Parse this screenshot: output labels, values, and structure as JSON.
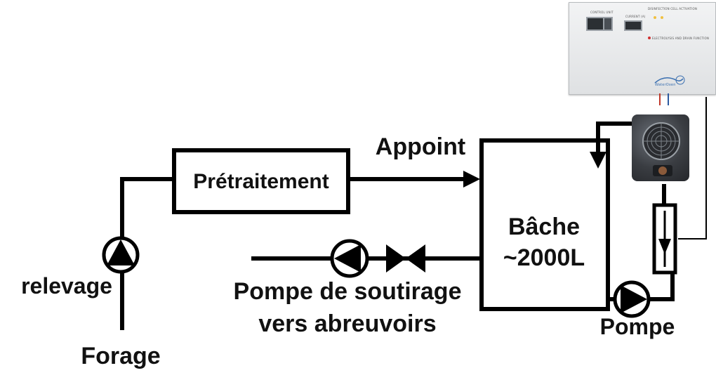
{
  "labels": {
    "pretraitement": "Prétraitement",
    "appoint": "Appoint",
    "bache_line1": "Bâche",
    "bache_line2": "~2000L",
    "relevage": "relevage",
    "forage": "Forage",
    "soutirage_line1": "Pompe de soutirage",
    "soutirage_line2": "vers abreuvoirs",
    "pompe": "Pompe"
  },
  "device": {
    "control_unit_text": "CONTROL UNIT",
    "current_text": "CURRENT (A)",
    "indicators_text": "DISINFECTION CELL ACTIVATION",
    "function_text": "ELECTROLYSIS AND DRAIN FUNCTION",
    "brand": "WaterOxen"
  },
  "colors": {
    "line": "#000000",
    "text": "#111111",
    "device_panel": "#e6e8ea",
    "unit_body": "#3a3d42"
  }
}
